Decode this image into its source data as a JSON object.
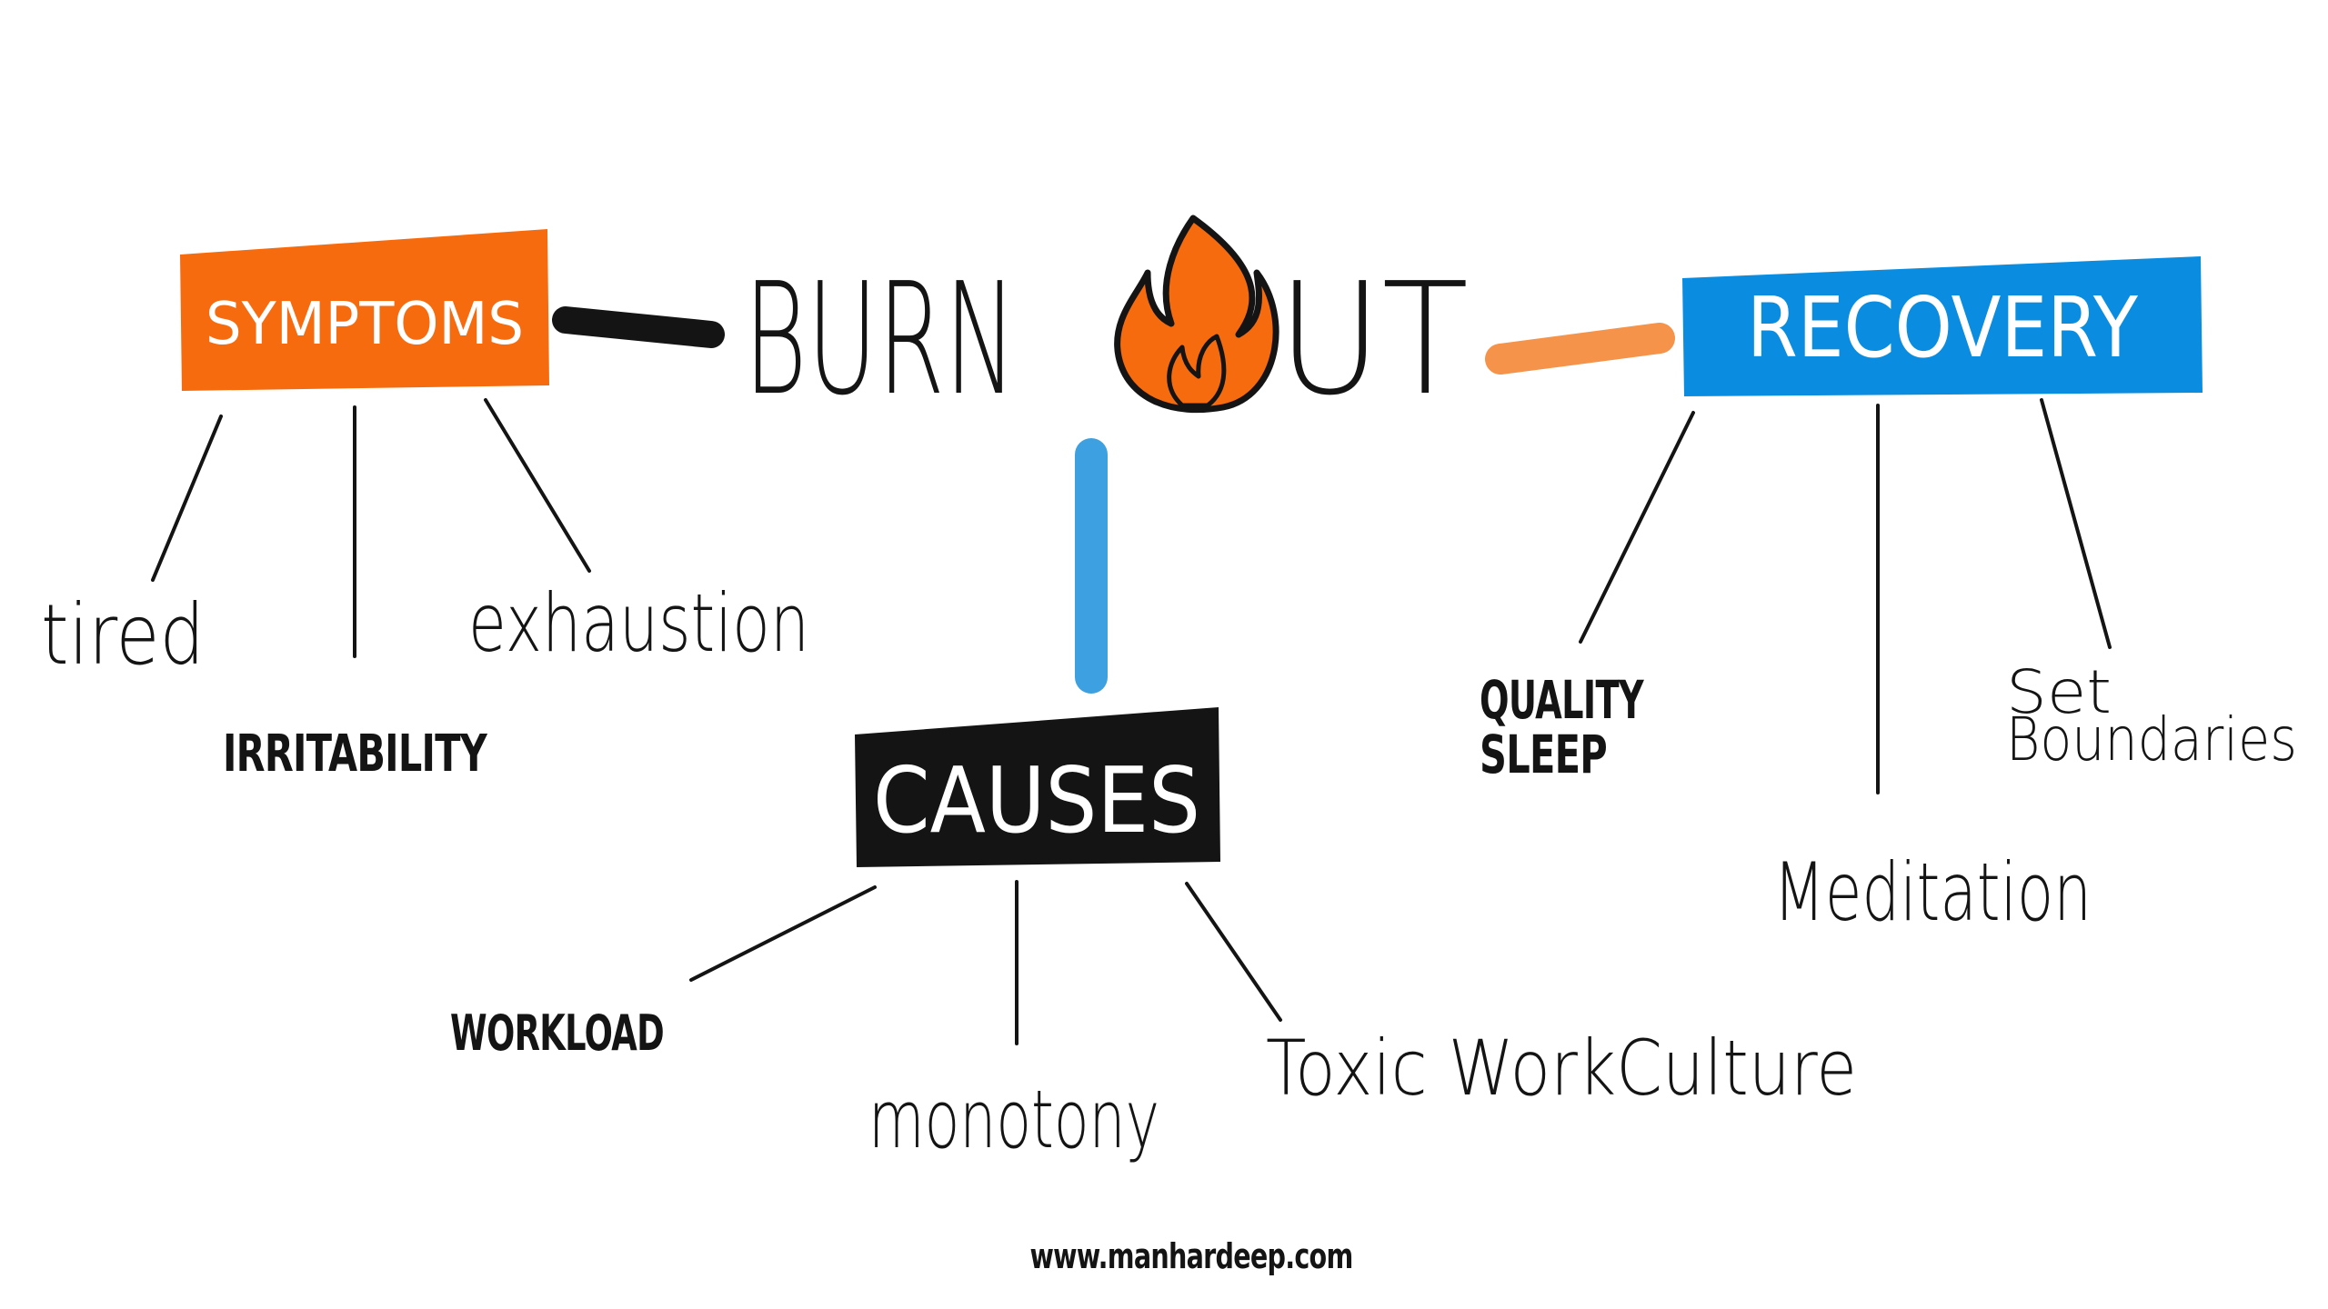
{
  "title": {
    "prefix": "BURN",
    "suffix": "UT",
    "icon": "flame-icon"
  },
  "colors": {
    "symptoms": "#f76b0f",
    "recovery": "#0a8de0",
    "causes": "#141414",
    "ink": "#141414",
    "flame": "#f76b0f",
    "connector_symptoms": "#141414",
    "connector_recovery": "#f5934a",
    "connector_causes": "#3da0e0"
  },
  "categories": {
    "symptoms": {
      "label": "SYMPTOMS",
      "items": [
        "tired",
        "IRRITABILITY",
        "exhaustion"
      ]
    },
    "causes": {
      "label": "CAUSES",
      "items": [
        "WORKLOAD",
        "monotony",
        "Toxic WorkCulture"
      ]
    },
    "recovery": {
      "label": "RECOVERY",
      "items": [
        "QUALITY SLEEP",
        "Meditation",
        "Set Boundaries"
      ],
      "quality_sleep_lines": [
        "QUALITY",
        "SLEEP"
      ],
      "boundaries_lines": [
        "Set",
        "Boundaries"
      ]
    }
  },
  "footer": {
    "url": "www.manhardeep.com"
  }
}
